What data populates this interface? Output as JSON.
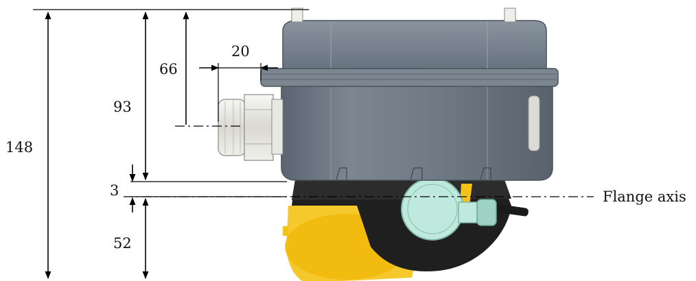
{
  "dimensions": {
    "total_height": "148",
    "to_flange_top": "93",
    "gland_height": "66",
    "gland_offset": "20",
    "flange_gap": "3",
    "below_axis": "52"
  },
  "labels": {
    "flange_axis": "Flange axis"
  },
  "colors": {
    "housing": "#6f7a85",
    "housing_dark": "#4d5660",
    "gland": "#e7e7e2",
    "yellow": "#f4c31a",
    "mint": "#bfe9dc",
    "black": "#1a1a1a"
  }
}
